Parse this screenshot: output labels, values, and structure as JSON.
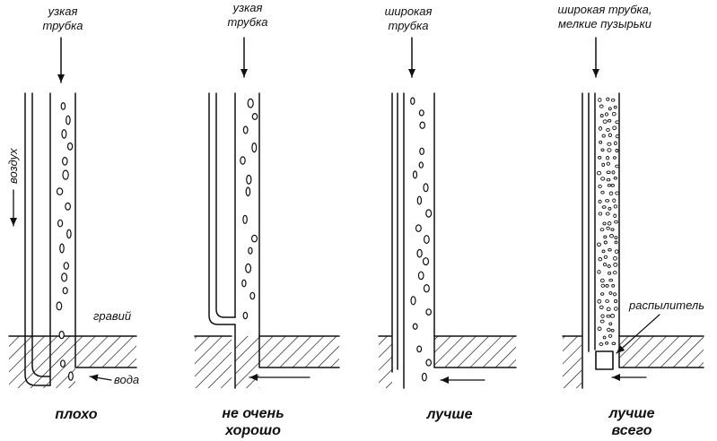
{
  "panels": [
    {
      "id": "plokho",
      "top_label": [
        "узкая",
        "трубка"
      ],
      "verdict": [
        "плохо"
      ],
      "side_labels": {
        "air": "воздух",
        "gravel": "гравий",
        "water": "вода"
      }
    },
    {
      "id": "ne-ochen-khorosho",
      "top_label": [
        "узкая",
        "трубка"
      ],
      "verdict": [
        "не очень",
        "хорошо"
      ]
    },
    {
      "id": "luchshe",
      "top_label": [
        "широкая",
        "трубка"
      ],
      "verdict": [
        "лучше"
      ]
    },
    {
      "id": "luchshe-vsego",
      "top_label": [
        "широкая трубка,",
        "мелкие пузырьки"
      ],
      "verdict": [
        "лучше",
        "всего"
      ],
      "side_labels": {
        "diffuser": "распылитель"
      }
    }
  ]
}
